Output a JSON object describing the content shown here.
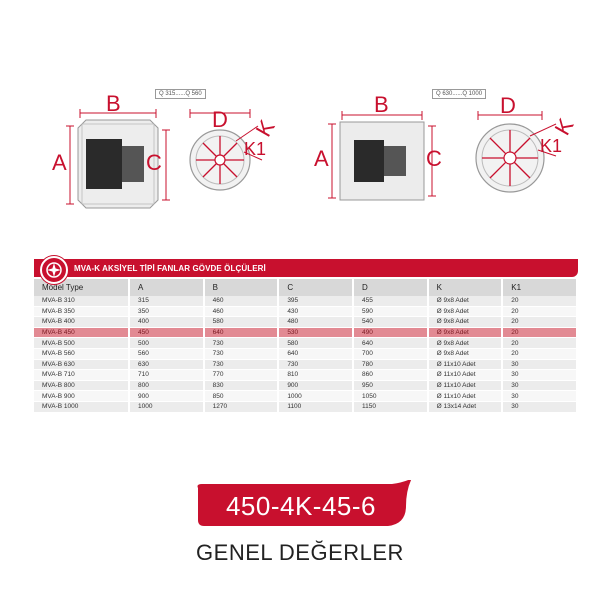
{
  "drawings": {
    "left": {
      "range_label": "Q 315......Q 560",
      "dimensions": [
        "A",
        "B",
        "C",
        "D",
        "K",
        "K1"
      ]
    },
    "right": {
      "range_label": "Q 630......Q 1000",
      "dimensions": [
        "A",
        "B",
        "C",
        "D",
        "K",
        "K1"
      ]
    }
  },
  "table": {
    "title": "MVA-K AKSİYEL TİPİ FANLAR GÖVDE ÖLÇÜLERİ",
    "columns": [
      "Model Type",
      "A",
      "B",
      "C",
      "D",
      "K",
      "K1"
    ],
    "rows": [
      [
        "MVA-B 310",
        "315",
        "460",
        "395",
        "455",
        "Ø 9x8 Adet",
        "20"
      ],
      [
        "MVA-B 350",
        "350",
        "460",
        "430",
        "590",
        "Ø 9x8 Adet",
        "20"
      ],
      [
        "MVA-B 400",
        "400",
        "580",
        "480",
        "540",
        "Ø 9x8 Adet",
        "20"
      ],
      [
        "MVA-B 450",
        "450",
        "640",
        "530",
        "490",
        "Ø 9x8 Adet",
        "20"
      ],
      [
        "MVA-B 500",
        "500",
        "730",
        "580",
        "640",
        "Ø 9x8 Adet",
        "20"
      ],
      [
        "MVA-B 560",
        "560",
        "730",
        "640",
        "700",
        "Ø 9x8 Adet",
        "20"
      ],
      [
        "MVA-B 630",
        "630",
        "730",
        "730",
        "780",
        "Ø 11x10 Adet",
        "30"
      ],
      [
        "MVA-B 710",
        "710",
        "770",
        "810",
        "860",
        "Ø 11x10 Adet",
        "30"
      ],
      [
        "MVA-B 800",
        "800",
        "830",
        "900",
        "950",
        "Ø 11x10 Adet",
        "30"
      ],
      [
        "MVA-B 900",
        "900",
        "850",
        "1000",
        "1050",
        "Ø 11x10 Adet",
        "30"
      ],
      [
        "MVA-B 1000",
        "1000",
        "1270",
        "1100",
        "1150",
        "Ø 13x14 Adet",
        "30"
      ]
    ],
    "highlighted_row": 3,
    "colors": {
      "accent": "#c8102e",
      "highlight": "#e28a93"
    }
  },
  "badge": {
    "text": "450-4K-45-6"
  },
  "subtitle": "GENEL DEĞERLER"
}
